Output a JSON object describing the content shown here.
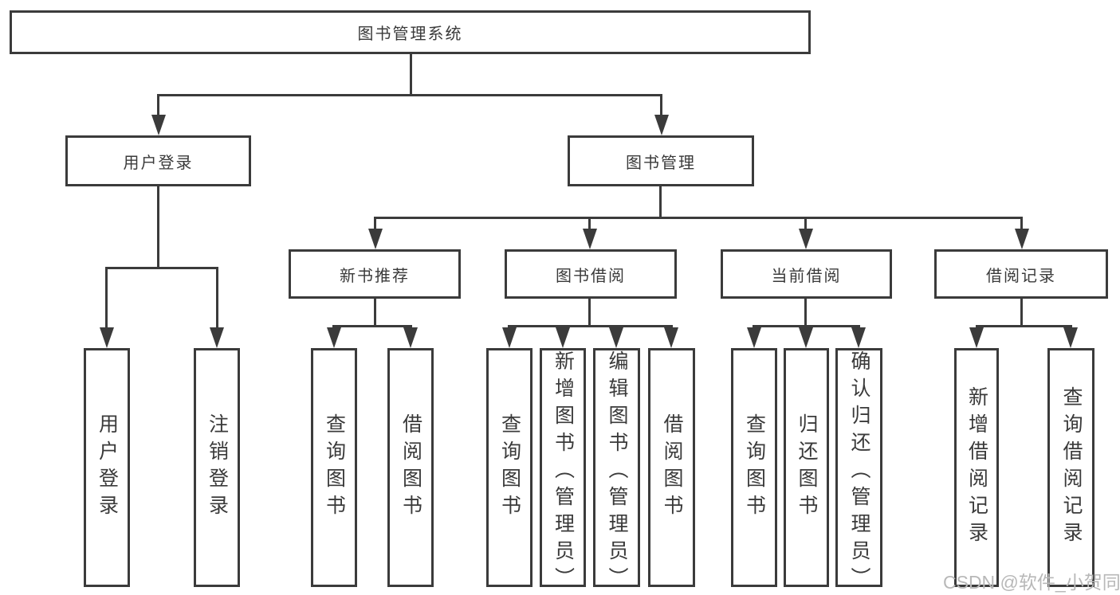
{
  "diagram": {
    "root": {
      "label": "图书管理系统"
    },
    "level2": {
      "user_login": {
        "label": "用户登录"
      },
      "book_management": {
        "label": "图书管理"
      }
    },
    "level3": {
      "new_book_recommendation": {
        "label": "新书推荐"
      },
      "book_borrowing": {
        "label": "图书借阅"
      },
      "current_borrowing": {
        "label": "当前借阅"
      },
      "borrowing_records": {
        "label": "借阅记录"
      }
    },
    "leaves": {
      "user_login": {
        "label": "用户登录"
      },
      "logout": {
        "label": "注销登录"
      },
      "query_books_nb": {
        "label": "查询图书"
      },
      "borrow_books_nb": {
        "label": "借阅图书"
      },
      "query_books_bb": {
        "label": "查询图书"
      },
      "add_book_admin": {
        "label": "新增图书（管理员）"
      },
      "edit_book_admin": {
        "label": "编辑图书（管理员）"
      },
      "borrow_books_bb": {
        "label": "借阅图书"
      },
      "query_books_cb": {
        "label": "查询图书"
      },
      "return_books": {
        "label": "归还图书"
      },
      "confirm_return_admin": {
        "label": "确认归还（管理员）"
      },
      "add_borrow_record": {
        "label": "新增借阅记录"
      },
      "query_borrow_record": {
        "label": "查询借阅记录"
      }
    },
    "watermark": "CSDN @软件_小贺同学",
    "colors": {
      "border": "#3b3b3b",
      "text": "#3a3a3a",
      "watermark": "#b8b8b8",
      "background": "#ffffff"
    }
  }
}
